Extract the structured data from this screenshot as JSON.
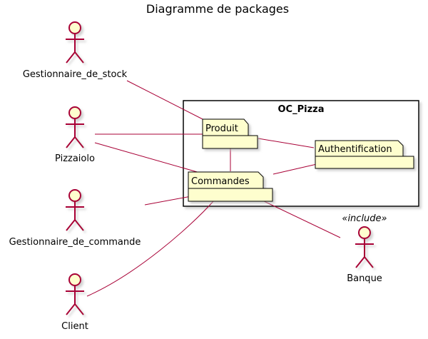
{
  "title": "Diagramme de packages",
  "container": {
    "label": "OC_Pizza"
  },
  "packages": {
    "produit": "Produit",
    "commandes": "Commandes",
    "authentification": "Authentification"
  },
  "actors": {
    "gestionnaire_stock": "Gestionnaire_de_stock",
    "pizzaiolo": "Pizzaiolo",
    "gestionnaire_commande": "Gestionnaire_de_commande",
    "client": "Client",
    "banque": "Banque"
  },
  "stereotype": "«include»",
  "colors": {
    "package_fill": "#FEFECE",
    "line": "#A80036",
    "actor_fill": "#FEFECE",
    "actor_stroke": "#A80036",
    "container_stroke": "#000000"
  }
}
